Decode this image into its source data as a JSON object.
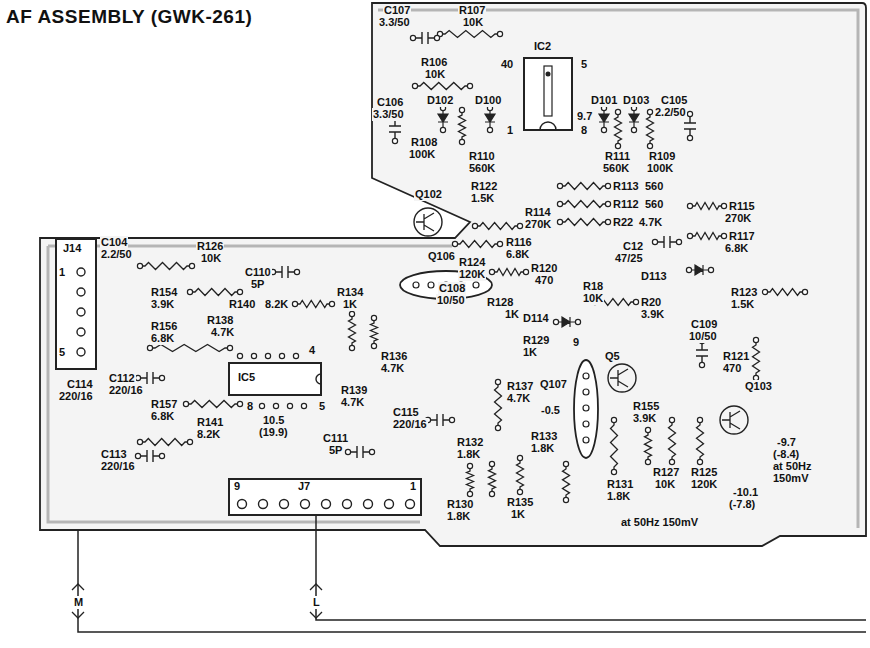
{
  "diagram": {
    "title": "AF ASSEMBLY (GWK-261)",
    "nodes": [
      {
        "text": [
          "J14",
          "1",
          "5"
        ]
      },
      {
        "text": [
          "IC2"
        ]
      },
      {
        "text": [
          "Q106"
        ]
      },
      {
        "text": [
          "IC5"
        ]
      },
      {
        "text": [
          "Q107"
        ]
      },
      {
        "text": [
          "9",
          "J7",
          "1"
        ]
      }
    ],
    "labels": [
      "C107",
      "3.3/50",
      "R107",
      "10K",
      "R106",
      "10K",
      "C106",
      "3.3/50",
      "D102",
      "D100",
      "40",
      "5",
      "1",
      "8",
      "D101",
      "9.7",
      "D103",
      "C105",
      "2.2/50",
      "R108",
      "100K",
      "R110",
      "560K",
      "R111",
      "560K",
      "R109",
      "100K",
      "R113",
      "560",
      "R112",
      "560",
      "R22",
      "4.7K",
      "R115",
      "270K",
      "R117",
      "6.8K",
      "C12",
      "47/25",
      "D113",
      "Q102",
      "R122",
      "1.5K",
      "R114",
      "270K",
      "R116",
      "6.8K",
      "R124",
      "120K",
      "R120",
      "470",
      "R18",
      "10K",
      "R20",
      "3.9K",
      "R123",
      "1.5K",
      "C108",
      "10/50",
      "R128",
      "1K",
      "D114",
      "R129",
      "1K",
      "9",
      "Q5",
      "C109",
      "10/50",
      "R121",
      "470",
      "C104",
      "2.2/50",
      "R126",
      "10K",
      "C110",
      "5P",
      "R134",
      "1K",
      "R154",
      "3.9K",
      "R140",
      "8.2K",
      "R138",
      "4.7K",
      "R156",
      "6.8K",
      "4",
      "C114",
      "220/16",
      "C112",
      "220/16",
      "R136",
      "4.7K",
      "R139",
      "4.7K",
      "8",
      "5",
      "10.5",
      "(19.9)",
      "C115",
      "220/16",
      "C111",
      "5P",
      "R157",
      "6.8K",
      "R141",
      "8.2K",
      "C113",
      "220/16",
      "R132",
      "1.8K",
      "R130",
      "1.8K",
      "R135",
      "1K",
      "R137",
      "4.7K",
      "-0.5",
      "R133",
      "1.8K",
      "R155",
      "3.9K",
      "R131",
      "1.8K",
      "R127",
      "10K",
      "R125",
      "120K",
      "Q103",
      "-9.7",
      "(-8.4)",
      "at 50Hz",
      "150mV",
      "-10.1",
      "(-7.8)",
      "at 50Hz 150mV",
      "M",
      "L"
    ]
  }
}
